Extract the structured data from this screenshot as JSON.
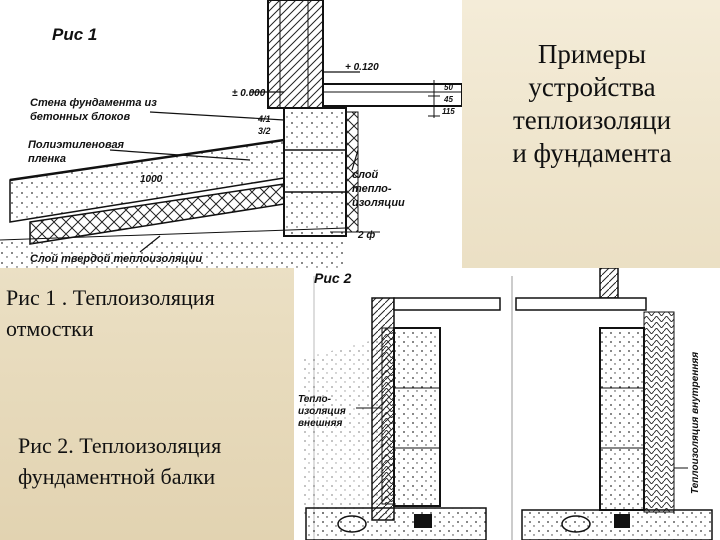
{
  "slide": {
    "title_lines": [
      "Примеры",
      "устройства",
      "теплоизоляци",
      "и фундамента"
    ],
    "caption1_lines": [
      "Рис 1 . Теплоизоляция",
      "отмостки"
    ],
    "caption2_lines": [
      "Рис 2. Теплоизоляция",
      "фундаментной балки"
    ]
  },
  "figure1": {
    "label": "Рис 1",
    "level_upper": "+ 0.120",
    "level_lower": "± 0.000",
    "dim_1": "50",
    "dim_2": "45",
    "dim_3": "115",
    "mark_4_1": "4/1",
    "mark_3_2": "3/2",
    "mark_2": "2 ф",
    "width_dim": "1000",
    "label_wall_line1": "Стена фундамента из",
    "label_wall_line2": "бетонных блоков",
    "label_film_line1": "Полиэтиленовая",
    "label_film_line2": "пленка",
    "label_layer_line1": "слой",
    "label_layer_line2": "тепло-",
    "label_layer_line3": "изоляции",
    "label_hard": "Слой твердой теплоизоляции"
  },
  "figure2": {
    "label": "Рис 2",
    "label_ext_line1": "Тепло-",
    "label_ext_line2": "изоляция",
    "label_ext_line3": "внешняя",
    "label_int": "Теплоизоляция внутренняя"
  }
}
